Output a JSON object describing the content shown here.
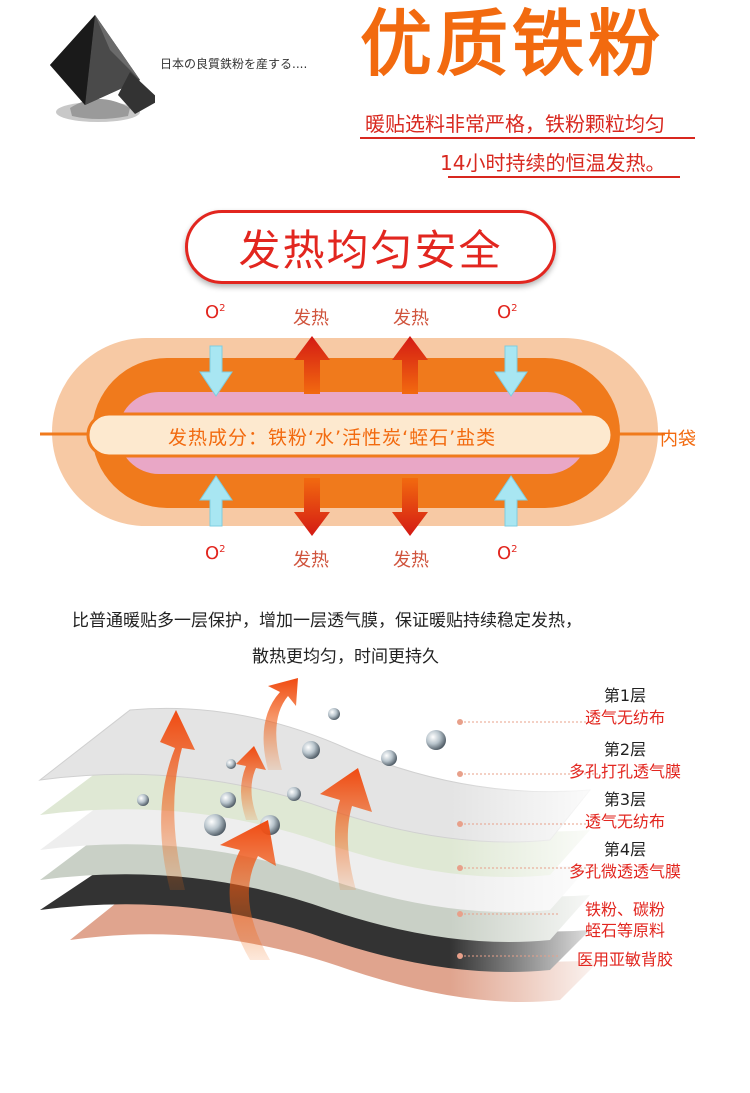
{
  "header": {
    "title": "优质铁粉",
    "caption": "日本の良質鉄粉を産する....",
    "subtitle_line1": "暖贴选料非常严格，铁粉颗粒均匀",
    "subtitle_line2": "14小时持续的恒温发热。"
  },
  "heating": {
    "badge": "发热均匀安全",
    "heat_label": "发热",
    "o2_label": "O",
    "o2_sub": "2",
    "ingredients": "发热成分：铁粉‘水’活性炭‘蛭石’盐类",
    "bag_label": "内袋"
  },
  "layers_section": {
    "intro_line1": "比普通暖贴多一层保护，增加一层透气膜，保证暖贴持续稳定发热，",
    "intro_line2": "散热更均匀，时间更持久",
    "layers": [
      {
        "title": "第1层",
        "desc": "透气无纺布"
      },
      {
        "title": "第2层",
        "desc": "多孔打孔透气膜"
      },
      {
        "title": "第3层",
        "desc": "透气无纺布"
      },
      {
        "title": "第4层",
        "desc": "多孔微透透气膜"
      },
      {
        "title": "",
        "desc": "铁粉、碳粉"
      },
      {
        "title": "",
        "desc": "蛭石等原料"
      },
      {
        "title": "",
        "desc": "医用亚敏背胶"
      }
    ]
  },
  "colors": {
    "brand_orange": "#f26a0f",
    "accent_red": "#e2261f",
    "light_blue": "#a8e6f2"
  }
}
